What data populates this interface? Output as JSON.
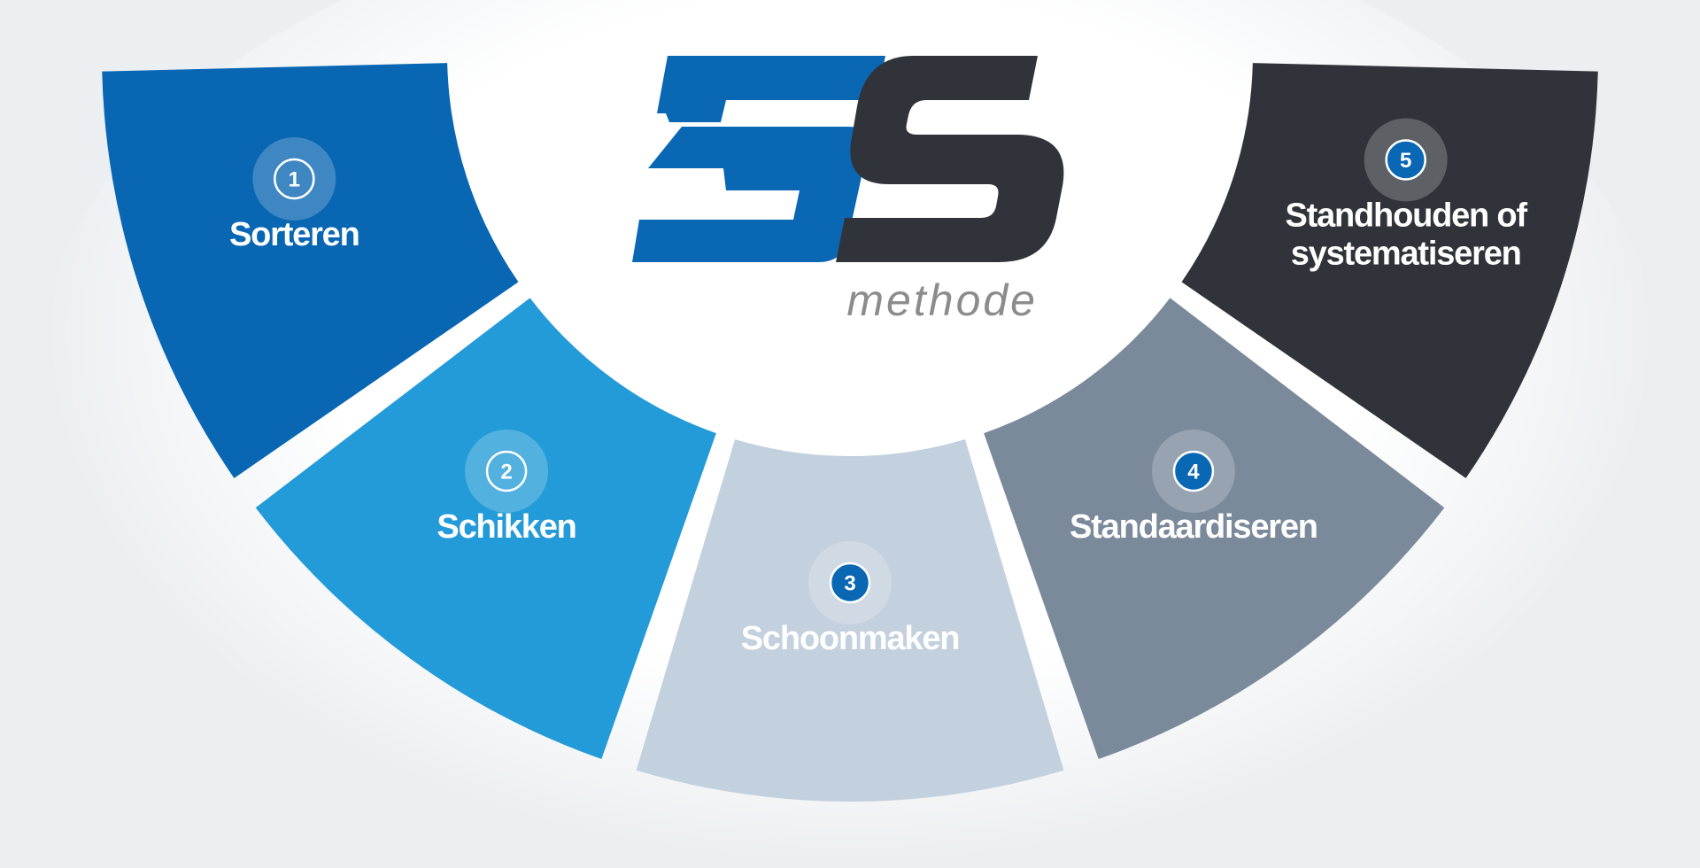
{
  "logo": {
    "mark_number": "5",
    "mark_letter": "S",
    "subtitle": "methode",
    "colors": {
      "blue": "#0a67b4",
      "dark": "#30343a",
      "subtitle": "#8c8c8c"
    }
  },
  "segments": [
    {
      "number": "1",
      "label_lines": [
        "Sorteren"
      ],
      "color": "#0866b3",
      "text_color": "#ffffff",
      "badge_style": "outline"
    },
    {
      "number": "2",
      "label_lines": [
        "Schikken"
      ],
      "color": "#239bd8",
      "text_color": "#ffffff",
      "badge_style": "outline"
    },
    {
      "number": "3",
      "label_lines": [
        "Schoonmaken"
      ],
      "color": "#c3d0de",
      "text_color": "#ffffff",
      "badge_style": "filled"
    },
    {
      "number": "4",
      "label_lines": [
        "Standaardiseren"
      ],
      "color": "#7b8a9b",
      "text_color": "#ffffff",
      "badge_style": "filled"
    },
    {
      "number": "5",
      "label_lines": [
        "Standhouden of",
        "systematiseren"
      ],
      "color": "#30343a",
      "text_color": "#ffffff",
      "badge_style": "filled"
    }
  ],
  "colors": {
    "background": "#eceff2",
    "badge_fill": "#0a67b4"
  }
}
